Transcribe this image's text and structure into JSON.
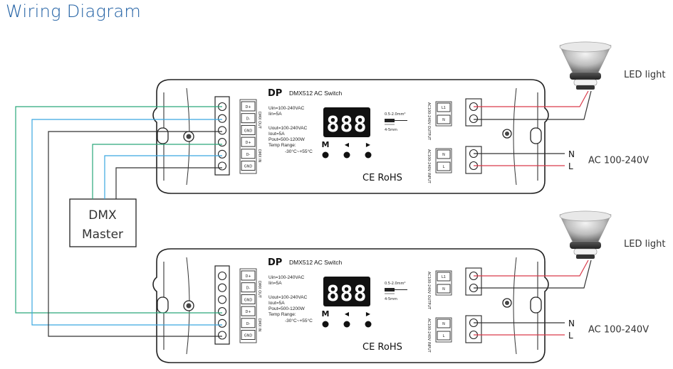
{
  "title": "Wiring Diagram",
  "dmx_master": {
    "line1": "DMX",
    "line2": "Master"
  },
  "load_label": "LED light",
  "supply": {
    "n": "N",
    "l": "L",
    "voltage": "AC 100-240V"
  },
  "device": {
    "brand": "DP",
    "model": "DMX512 AC Switch",
    "spec_in1": "Uin=100-240VAC",
    "spec_in2": "Iin=5A",
    "spec_out1": "Uout=100-240VAC",
    "spec_out2": "Iout=5A",
    "spec_out3": "Pout=500-1200W",
    "temp_label": "Temp Range:",
    "temp_value": "-30°C~+55°C",
    "display": "888",
    "btn_m": "M",
    "btn_left": "◀",
    "btn_right": "▶",
    "wire_gauge": "0.5-2.0mm²",
    "strip_len": "4-5mm",
    "cert": "CE RoHS",
    "dmx_pins": [
      "D+",
      "D-",
      "GND",
      "D+",
      "D-",
      "GND"
    ],
    "dmx_out_label": "DMX OUT",
    "dmx_in_label": "DMX IN",
    "out_pins": [
      "L1",
      "N"
    ],
    "out_label": "AC100-240V OUTPUT",
    "in_pins": [
      "N",
      "L"
    ],
    "in_label": "AC100-240V INPUT"
  },
  "colors": {
    "title": "#1f5fa3",
    "wire_green": "#2aa87a",
    "wire_blue": "#3aa6e0",
    "wire_dark": "#333333",
    "wire_red": "#d93a4a"
  }
}
